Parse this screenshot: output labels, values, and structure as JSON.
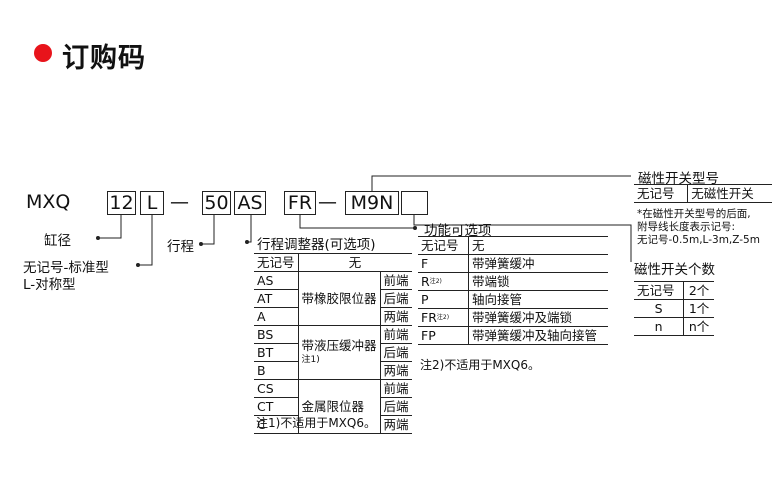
{
  "title": "订购码",
  "code": {
    "prefix": "MXQ",
    "bore": "12",
    "type": "L",
    "dash1": "—",
    "stroke": "50",
    "stroke_adj": "AS",
    "function": "FR",
    "dash2": "—",
    "switch": "M9N",
    "switch_qty": ""
  },
  "labels": {
    "bore": "缸径",
    "type_line1": "无记号-标准型",
    "type_line2": "L-对称型",
    "stroke": "行程",
    "stroke_adj": "行程调整器(可选项)",
    "function": "功能可选项",
    "switch_model": "磁性开关型号",
    "switch_qty": "磁性开关个数"
  },
  "adjuster_table": {
    "header": [
      "无记号",
      "无"
    ],
    "rows": [
      {
        "code": "AS",
        "side": "前端"
      },
      {
        "code": "AT",
        "side": "后端"
      },
      {
        "code": "A",
        "side": "两端"
      },
      {
        "code": "BS",
        "side": "前端"
      },
      {
        "code": "BT",
        "side": "后端"
      },
      {
        "code": "B",
        "side": "两端"
      },
      {
        "code": "CS",
        "side": "前端"
      },
      {
        "code": "CT",
        "side": "后端"
      },
      {
        "code": "C",
        "side": "两端"
      }
    ],
    "groups": [
      {
        "name": "带橡胶限位器",
        "note": ""
      },
      {
        "name": "带液压缓冲器",
        "note": "注1)"
      },
      {
        "name": "金属限位器",
        "note": ""
      }
    ],
    "footnote": "注1)不适用于MXQ6。"
  },
  "function_table": {
    "header": [
      "无记号",
      "无"
    ],
    "rows": [
      {
        "code": "F",
        "sup": "",
        "desc": "带弹簧缓冲"
      },
      {
        "code": "R",
        "sup": "注2)",
        "desc": "带端锁"
      },
      {
        "code": "P",
        "sup": "",
        "desc": "轴向接管"
      },
      {
        "code": "FR",
        "sup": "注2)",
        "desc": "带弹簧缓冲及端锁"
      },
      {
        "code": "FP",
        "sup": "",
        "desc": "带弹簧缓冲及轴向接管"
      }
    ],
    "footnote": "注2)不适用于MXQ6。"
  },
  "switch_model_table": {
    "header": [
      "无记号",
      "无磁性开关"
    ],
    "notes": [
      "*在磁性开关型号的后面,",
      "附导线长度表示记号:",
      "无记号-0.5m,L-3m,Z-5m"
    ]
  },
  "switch_qty_table": {
    "header": [
      "无记号",
      "2个"
    ],
    "rows": [
      {
        "code": "S",
        "qty": "1个"
      },
      {
        "code": "n",
        "qty": "n个"
      }
    ]
  },
  "colors": {
    "accent": "#e8141b",
    "line": "#222222"
  }
}
